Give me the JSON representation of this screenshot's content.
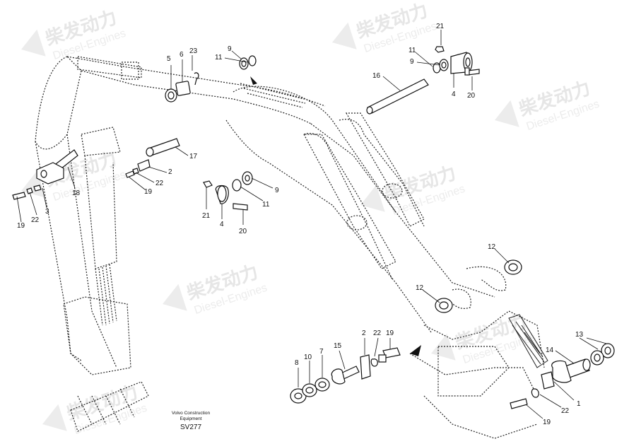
{
  "watermark": {
    "brand_cn": "柴发动力",
    "brand_en": "Diesel-Engines"
  },
  "footer": {
    "line1": "Volvo Construction",
    "line2": "Equipment",
    "code": "SV277"
  },
  "callouts": {
    "c23": "23",
    "c6": "6",
    "c5": "5",
    "c9a": "9",
    "c11a": "11",
    "c21a": "21",
    "c11b": "11",
    "c9b": "9",
    "c4a": "4",
    "c20a": "20",
    "c16": "16",
    "c17": "17",
    "c2a": "2",
    "c22a": "22",
    "c19a": "19",
    "c18": "18",
    "c3": "3",
    "c22b": "22",
    "c19b": "19",
    "c9c": "9",
    "c11c": "11",
    "c21b": "21",
    "c4b": "4",
    "c20b": "20",
    "c12a": "12",
    "c12b": "12",
    "c8": "8",
    "c10": "10",
    "c7": "7",
    "c15": "15",
    "c2b": "2",
    "c22c": "22",
    "c19c": "19",
    "c13": "13",
    "c14": "14",
    "c1": "1",
    "c22d": "22",
    "c19d": "19"
  }
}
